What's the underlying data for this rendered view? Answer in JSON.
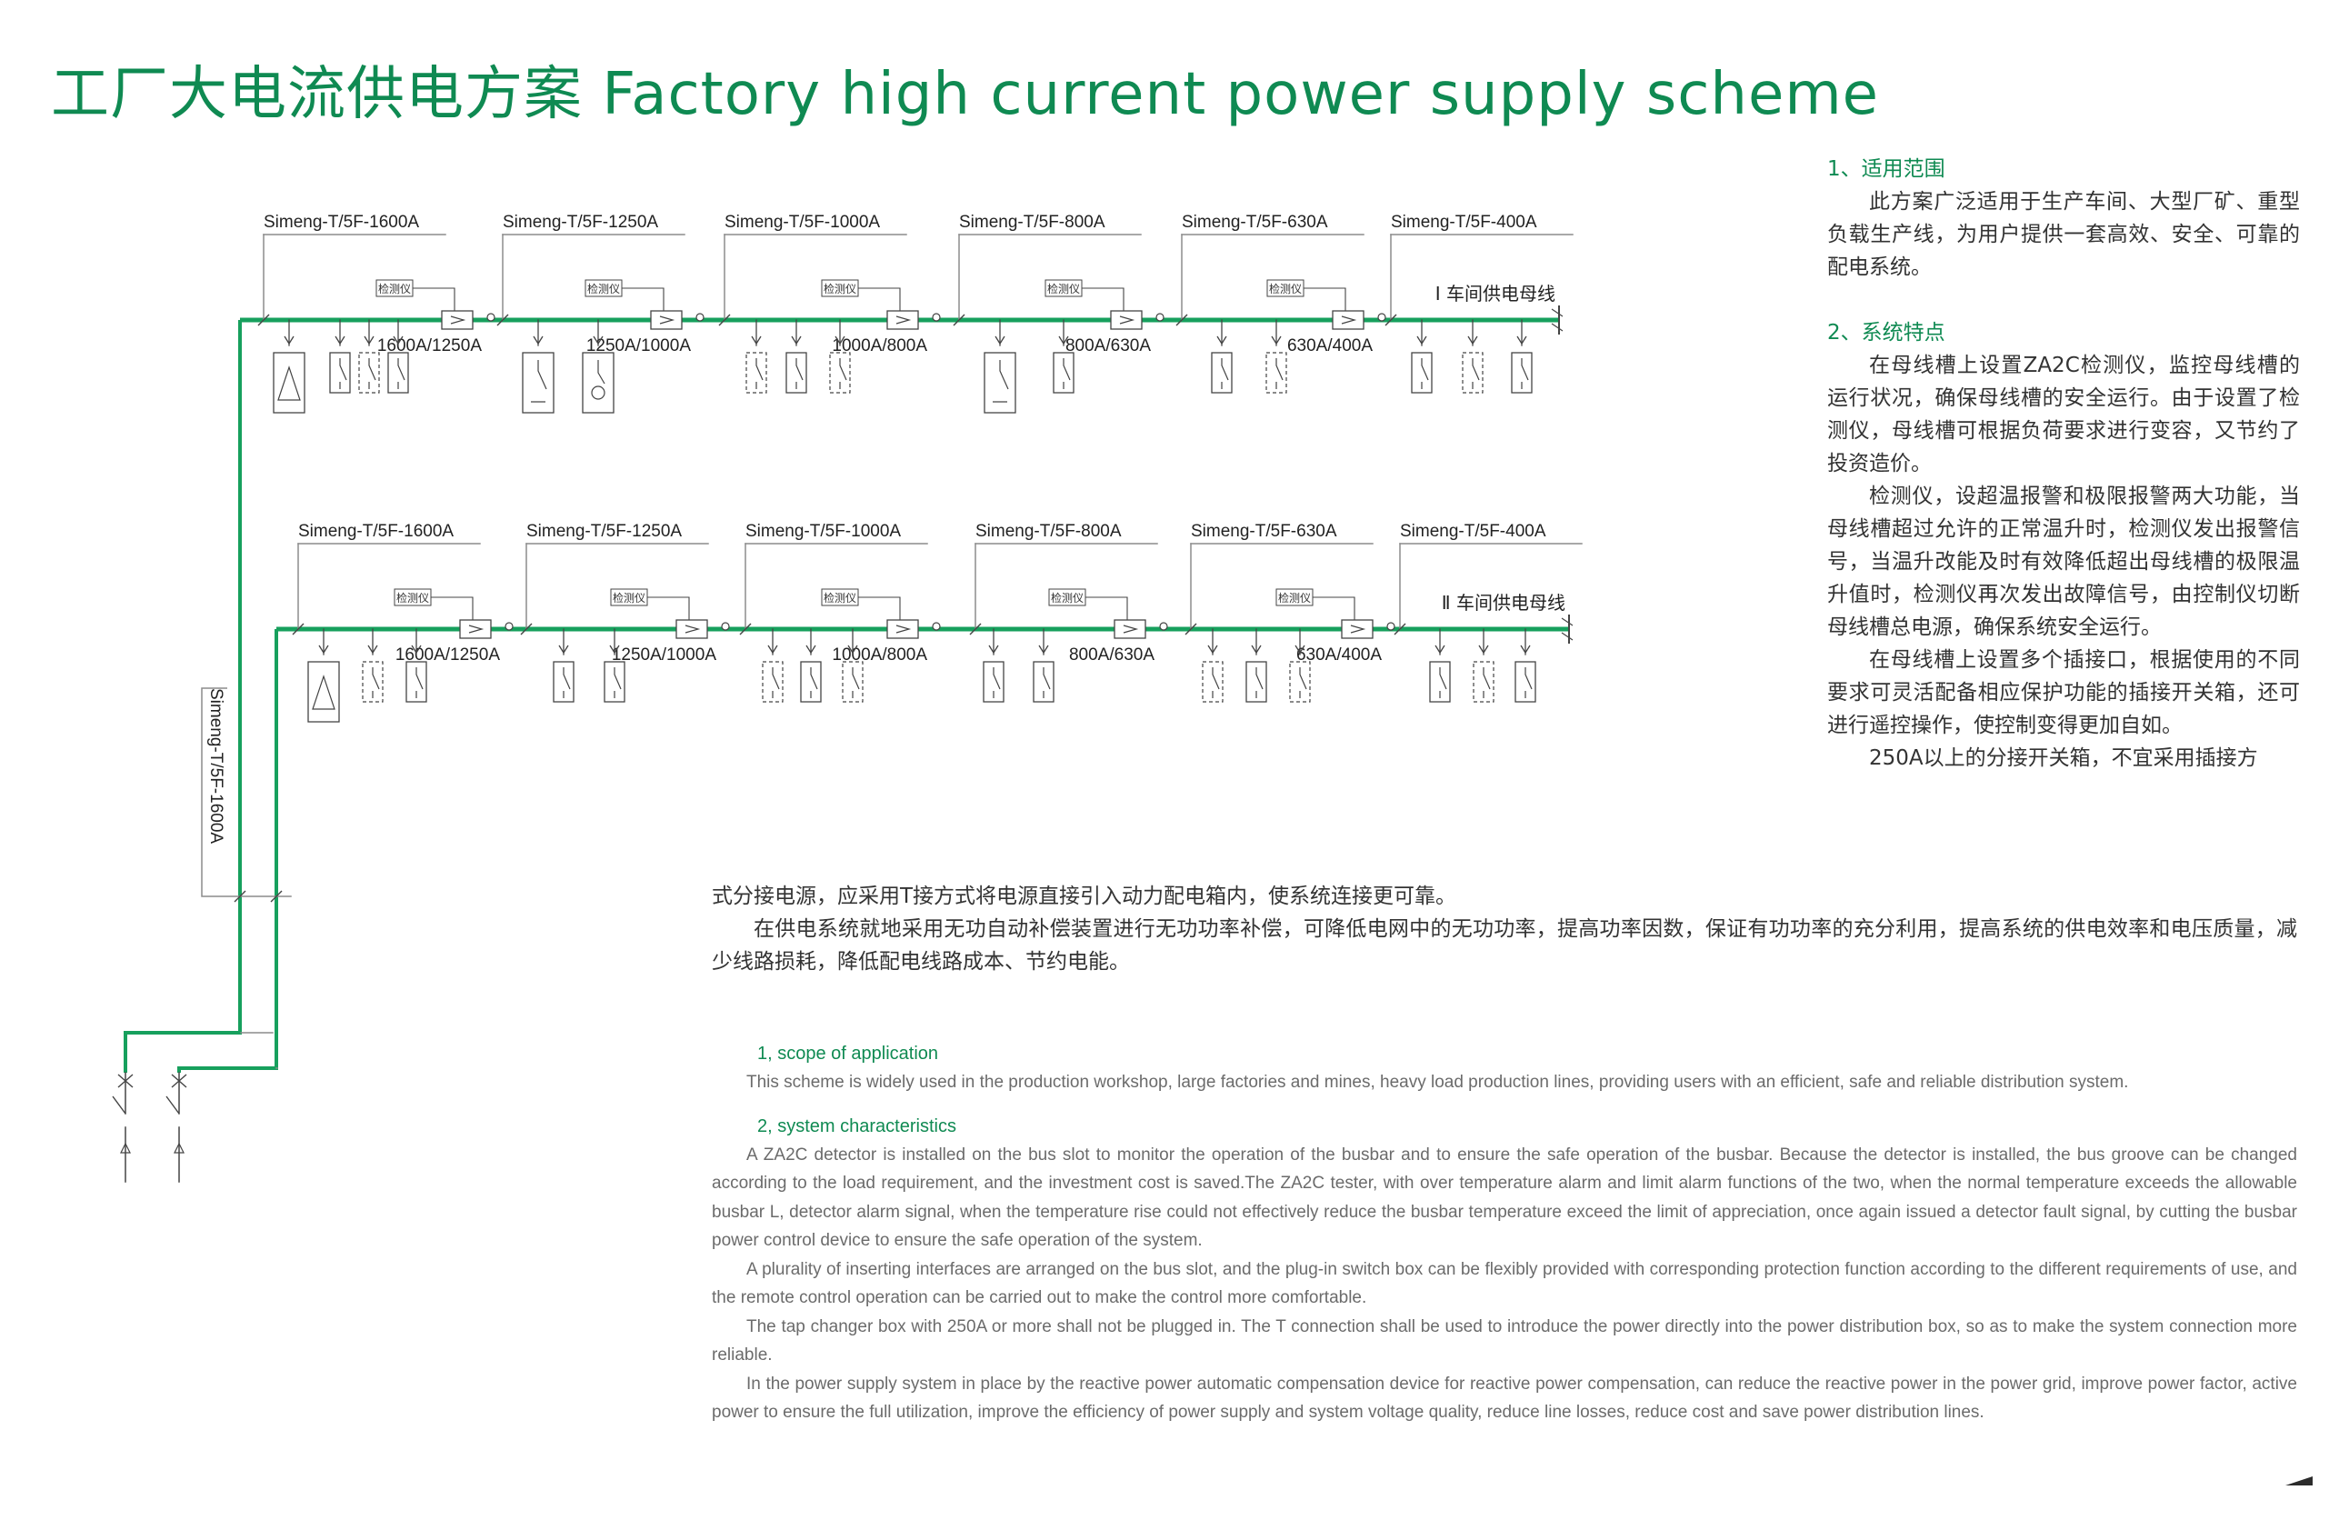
{
  "title": "工厂大电流供电方案  Factory high current power supply scheme",
  "diagram": {
    "top": {
      "feeders": [
        "Simeng-T/5F-1600A",
        "Simeng-T/5F-1250A",
        "Simeng-T/5F-1000A",
        "Simeng-T/5F-800A",
        "Simeng-T/5F-630A",
        "Simeng-T/5F-400A"
      ],
      "sections": [
        "1600A/1250A",
        "1250A/1000A",
        "1000A/800A",
        "800A/630A",
        "630A/400A"
      ],
      "detector": "检测仪",
      "bus_label": "Ⅰ 车间供电母线"
    },
    "bottom": {
      "feeders": [
        "Simeng-T/5F-1600A",
        "Simeng-T/5F-1250A",
        "Simeng-T/5F-1000A",
        "Simeng-T/5F-800A",
        "Simeng-T/5F-630A",
        "Simeng-T/5F-400A"
      ],
      "sections": [
        "1600A/1250A",
        "1250A/1000A",
        "1000A/800A",
        "800A/630A",
        "630A/400A"
      ],
      "detector": "检测仪",
      "bus_label": "Ⅱ 车间供电母线"
    },
    "riser_label": "Simeng-T/5F-1600A",
    "colors": {
      "bus": "#17a05d",
      "line": "#8c8c8c",
      "title": "#0f8a52"
    }
  },
  "zh": {
    "s1_title": "1、适用范围",
    "s1_p1": "此方案广泛适用于生产车间、大型厂矿、重型负载生产线，为用户提供一套高效、安全、可靠的配电系统。",
    "s2_title": "2、系统特点",
    "s2_p1": "在母线槽上设置ZA2C检测仪，监控母线槽的运行状况，确保母线槽的安全运行。由于设置了检测仪，母线槽可根据负荷要求进行变容，又节约了投资造价。",
    "s2_p2": "检测仪，设超温报警和极限报警两大功能，当母线槽超过允许的正常温升时，检测仪发出报警信号，当温升改能及时有效降低超出母线槽的极限温升值时，检测仪再次发出故障信号，由控制仪切断母线槽总电源，确保系统安全运行。",
    "s2_p3": "在母线槽上设置多个插接口，根据使用的不同要求可灵活配备相应保护功能的插接开关箱，还可进行遥控操作，使控制变得更加自如。",
    "s2_p4a": "250A以上的分接开关箱，不宜采用插接方",
    "s2_p4b": "式分接电源，应采用T接方式将电源直接引入动力配电箱内，使系统连接更可靠。",
    "s2_p5": "在供电系统就地采用无功自动补偿装置进行无功功率补偿，可降低电网中的无功功率，提高功率因数，保证有功功率的充分利用，提高系统的供电效率和电压质量，减少线路损耗，降低配电线路成本、节约电能。"
  },
  "en": {
    "s1_title": "1, scope of application",
    "s1_p1": "This scheme is widely used in the production workshop, large factories and mines, heavy load production lines, providing users with an efficient, safe and reliable distribution system.",
    "s2_title": "2, system characteristics",
    "s2_p1": "A ZA2C detector is installed on the bus slot to monitor the operation of the busbar and to ensure the safe operation of the busbar. Because the detector is installed, the bus groove can be changed according to the load requirement, and the investment cost is saved.The ZA2C tester, with over temperature alarm and limit alarm functions of the two, when the normal temperature exceeds the allowable busbar L, detector alarm signal, when the temperature rise could not effectively reduce the busbar temperature exceed the limit of appreciation, once again issued a detector fault signal, by cutting the busbar power control device to ensure the safe operation of the system.",
    "s2_p2": "A plurality of inserting interfaces are arranged on the bus slot, and the plug-in switch box can be flexibly provided with corresponding protection function according to the different requirements of use, and the remote control operation can be carried out to make the control more comfortable.",
    "s2_p3": "The tap changer box with 250A or more shall not be plugged in. The T connection shall be used to introduce the power directly into the power distribution box, so as to make the system connection more reliable.",
    "s2_p4": "In the power supply system in place by the reactive power automatic compensation device for reactive power compensation, can reduce the reactive power in the power grid, improve power factor, active power to ensure the full utilization, improve the efficiency of power supply and system voltage quality, reduce line losses, reduce cost and save power distribution lines."
  }
}
